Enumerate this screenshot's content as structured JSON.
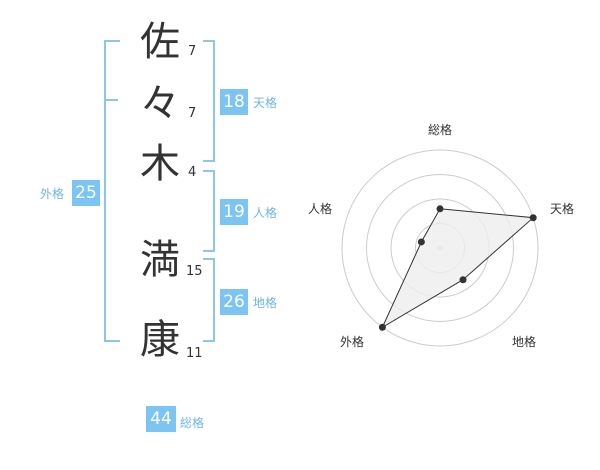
{
  "characters": [
    {
      "char": "佐",
      "strokes": "7"
    },
    {
      "char": "々",
      "strokes": "7"
    },
    {
      "char": "木",
      "strokes": "4"
    },
    {
      "char": "満",
      "strokes": "15"
    },
    {
      "char": "康",
      "strokes": "11"
    }
  ],
  "scores": {
    "tenkaku": {
      "value": "18",
      "label": "天格"
    },
    "jinkaku": {
      "value": "19",
      "label": "人格"
    },
    "chikaku": {
      "value": "26",
      "label": "地格"
    },
    "gaikaku": {
      "value": "25",
      "label": "外格"
    },
    "soukaku": {
      "value": "44",
      "label": "総格"
    }
  },
  "chart_data": {
    "type": "radar",
    "axes": [
      "総格",
      "天格",
      "地格",
      "外格",
      "人格"
    ],
    "values": [
      0.4,
      1.0,
      0.4,
      1.0,
      0.2
    ],
    "rings": 4,
    "colors": {
      "fill": "#eeeeee",
      "stroke": "#333333",
      "grid": "#cccccc",
      "accent": "#7cc5f2"
    }
  }
}
